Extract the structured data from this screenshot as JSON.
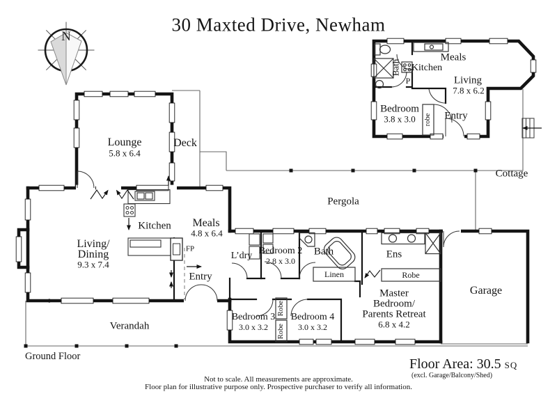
{
  "title": "30 Maxted Drive, Newham",
  "compass": {
    "north_label": "N"
  },
  "cottage": {
    "caption": "Cottage",
    "rooms": {
      "meals": "Meals",
      "bath": "Bath",
      "kitchen": "Kitchen",
      "pantry": "P",
      "living": {
        "name": "Living",
        "dims": "7.8 x 6.2"
      },
      "bedroom": {
        "name": "Bedroom",
        "dims": "3.8 x 3.0"
      },
      "robe": "robe",
      "entry": "Entry"
    }
  },
  "main_house": {
    "rooms": {
      "lounge": {
        "name": "Lounge",
        "dims": "5.8 x 6.4"
      },
      "deck": "Deck",
      "kitchen": "Kitchen",
      "meals": {
        "name": "Meals",
        "dims": "4.8 x 6.4"
      },
      "fireplace": "FP",
      "living_dining": {
        "name_line1": "Living/",
        "name_line2": "Dining",
        "dims": "9.3 x 7.4"
      },
      "laundry": "L’dry",
      "bedroom2": {
        "name": "Bedroom 2",
        "dims": "2.8 x 3.0"
      },
      "bath": "Bath",
      "linen": "Linen",
      "ensuite": "Ens",
      "robe_master": "Robe",
      "master": {
        "name_line1": "Master",
        "name_line2": "Bedroom/",
        "name_line3": "Parents Retreat",
        "dims": "6.8 x 4.2"
      },
      "entry": "Entry",
      "bedroom3": {
        "name": "Bedroom 3",
        "dims": "3.0 x 3.2"
      },
      "robe3_upper": "Robe",
      "robe3_lower": "Robe",
      "bedroom4": {
        "name": "Bedroom 4",
        "dims": "3.0 x 3.2"
      },
      "verandah": "Verandah",
      "pergola": "Pergola",
      "garage": "Garage"
    }
  },
  "footer": {
    "floor_label": "Ground Floor",
    "area_label": "Floor Area: 30.5",
    "area_unit": "SQ",
    "area_note": "(excl. Garage/Balcony/Shed)",
    "disclaimer_line1": "Not to scale. All measurements are approximate.",
    "disclaimer_line2": "Floor plan for illustrative purpose only. Prospective purchaser to verify all information."
  },
  "colors": {
    "wall": "#141414",
    "thin_line": "#666666",
    "background": "#ffffff",
    "text": "#151515"
  }
}
